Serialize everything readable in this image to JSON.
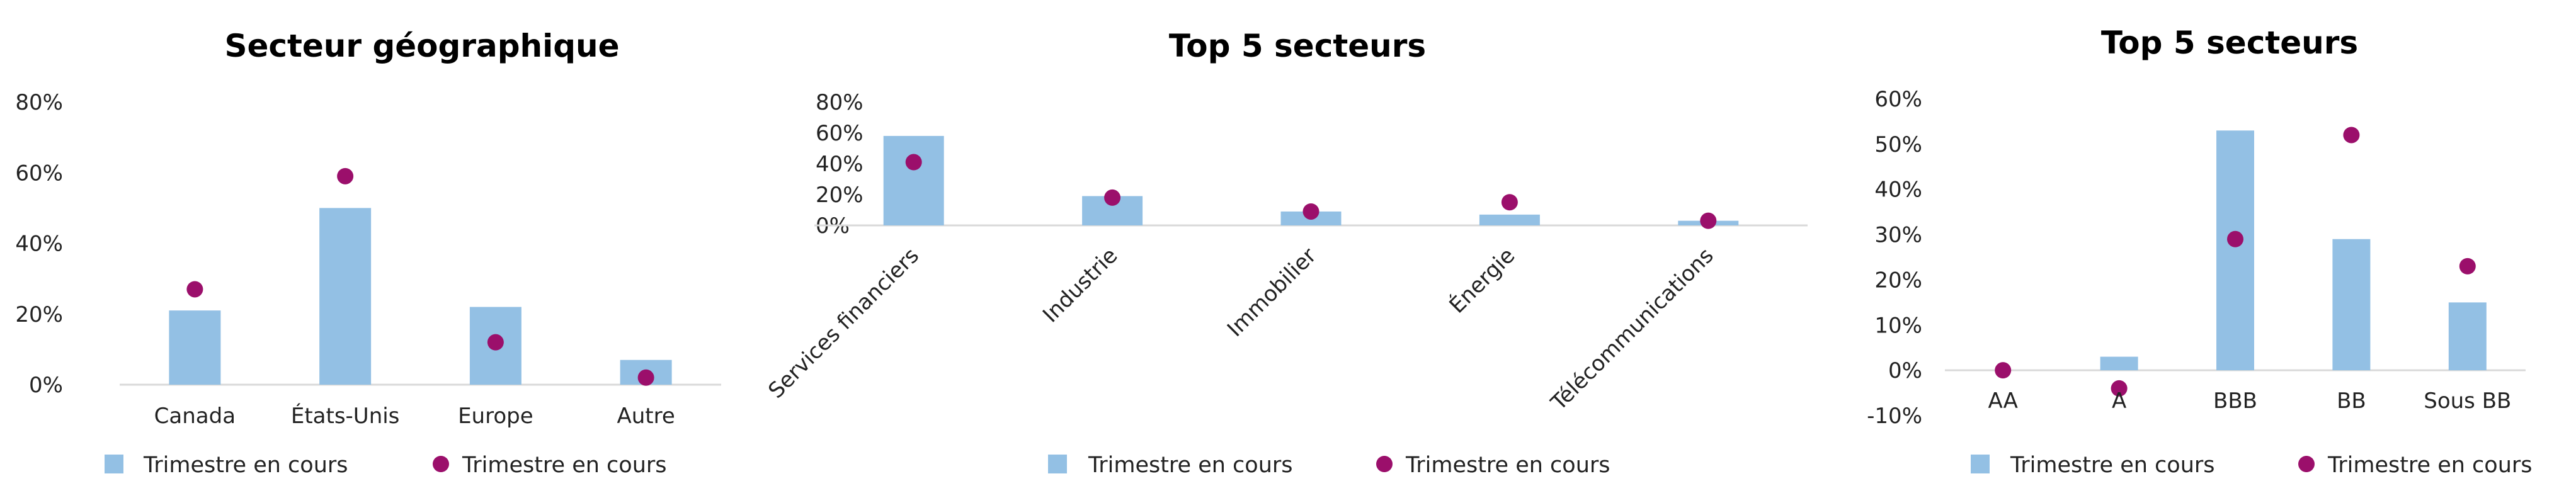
{
  "colors": {
    "bar": "#93c0e4",
    "dot": "#9b0f6b",
    "axis": "#d9d9d9",
    "text": "#222222"
  },
  "chart_data": [
    {
      "type": "bar",
      "title": "Secteur géographique",
      "categories": [
        "Canada",
        "États-Unis",
        "Europe",
        "Autre"
      ],
      "series": [
        {
          "name": "Trimestre en cours",
          "kind": "bar",
          "values": [
            21,
            50,
            22,
            7
          ]
        },
        {
          "name": "Trimestre en cours",
          "kind": "dot",
          "values": [
            27,
            59,
            12,
            2
          ]
        }
      ],
      "ylim": [
        0,
        80
      ],
      "yticks": [
        0,
        20,
        40,
        60,
        80
      ],
      "ytick_labels": [
        "0%",
        "20%",
        "40%",
        "60%",
        "80%"
      ],
      "grid": false,
      "legend": "bottom"
    },
    {
      "type": "bar",
      "title": "Top 5 secteurs",
      "categories": [
        "Services financiers",
        "Industrie",
        "Immobilier",
        "Énergie",
        "Télécommunications"
      ],
      "series": [
        {
          "name": "Trimestre en cours",
          "kind": "bar",
          "values": [
            58,
            19,
            9,
            7,
            3
          ]
        },
        {
          "name": "Trimestre en cours",
          "kind": "dot",
          "values": [
            41,
            18,
            9,
            15,
            3
          ]
        }
      ],
      "ylim": [
        0,
        80
      ],
      "yticks": [
        0,
        20,
        40,
        60,
        80
      ],
      "ytick_labels": [
        "0%",
        "20%",
        "40%",
        "60%",
        "80%"
      ],
      "grid": false,
      "legend": "bottom"
    },
    {
      "type": "bar",
      "title": "Top 5 secteurs",
      "categories": [
        "AA",
        "A",
        "BBB",
        "BB",
        "Sous BB"
      ],
      "series": [
        {
          "name": "Trimestre en cours",
          "kind": "bar",
          "values": [
            0,
            3,
            53,
            29,
            15
          ]
        },
        {
          "name": "Trimestre en cours",
          "kind": "dot",
          "values": [
            0,
            -4,
            29,
            52,
            23
          ]
        }
      ],
      "ylim": [
        -10,
        60
      ],
      "yticks": [
        -10,
        0,
        10,
        20,
        30,
        40,
        50,
        60
      ],
      "ytick_labels": [
        "-10%",
        "0%",
        "10%",
        "20%",
        "30%",
        "40%",
        "50%",
        "60%"
      ],
      "grid": false,
      "legend": "bottom"
    }
  ]
}
